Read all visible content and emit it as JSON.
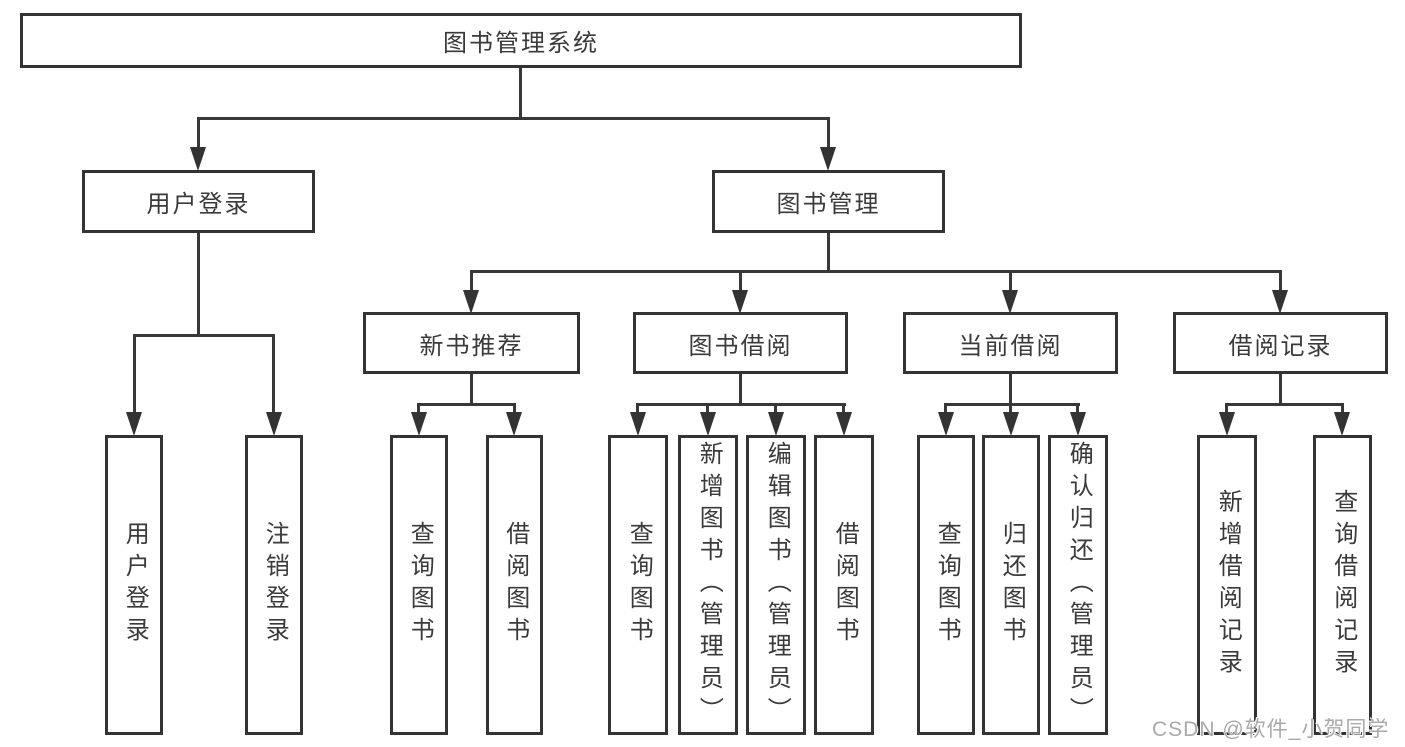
{
  "diagram_title": "图书管理系统",
  "tree": {
    "root": "图书管理系统",
    "level1": {
      "user_login": "用户登录",
      "book_mgmt": "图书管理"
    },
    "level2": {
      "new_books": "新书推荐",
      "borrow": "图书借阅",
      "current": "当前借阅",
      "records": "借阅记录"
    },
    "leaves": {
      "user_login": [
        "用户登录",
        "注销登录"
      ],
      "new_books": [
        "查询图书",
        "借阅图书"
      ],
      "borrow": [
        "查询图书",
        "新增图书（管理员）",
        "编辑图书（管理员）",
        "借阅图书"
      ],
      "current": [
        "查询图书",
        "归还图书",
        "确认归还（管理员）"
      ],
      "records": [
        "新增借阅记录",
        "查询借阅记录"
      ]
    }
  },
  "watermark": "CSDN @软件_小贺同学",
  "colors": {
    "line": "#383838",
    "border": "#333333",
    "text": "#3a3a3a",
    "background": "#ffffff",
    "watermark": "#a9a9a9"
  }
}
